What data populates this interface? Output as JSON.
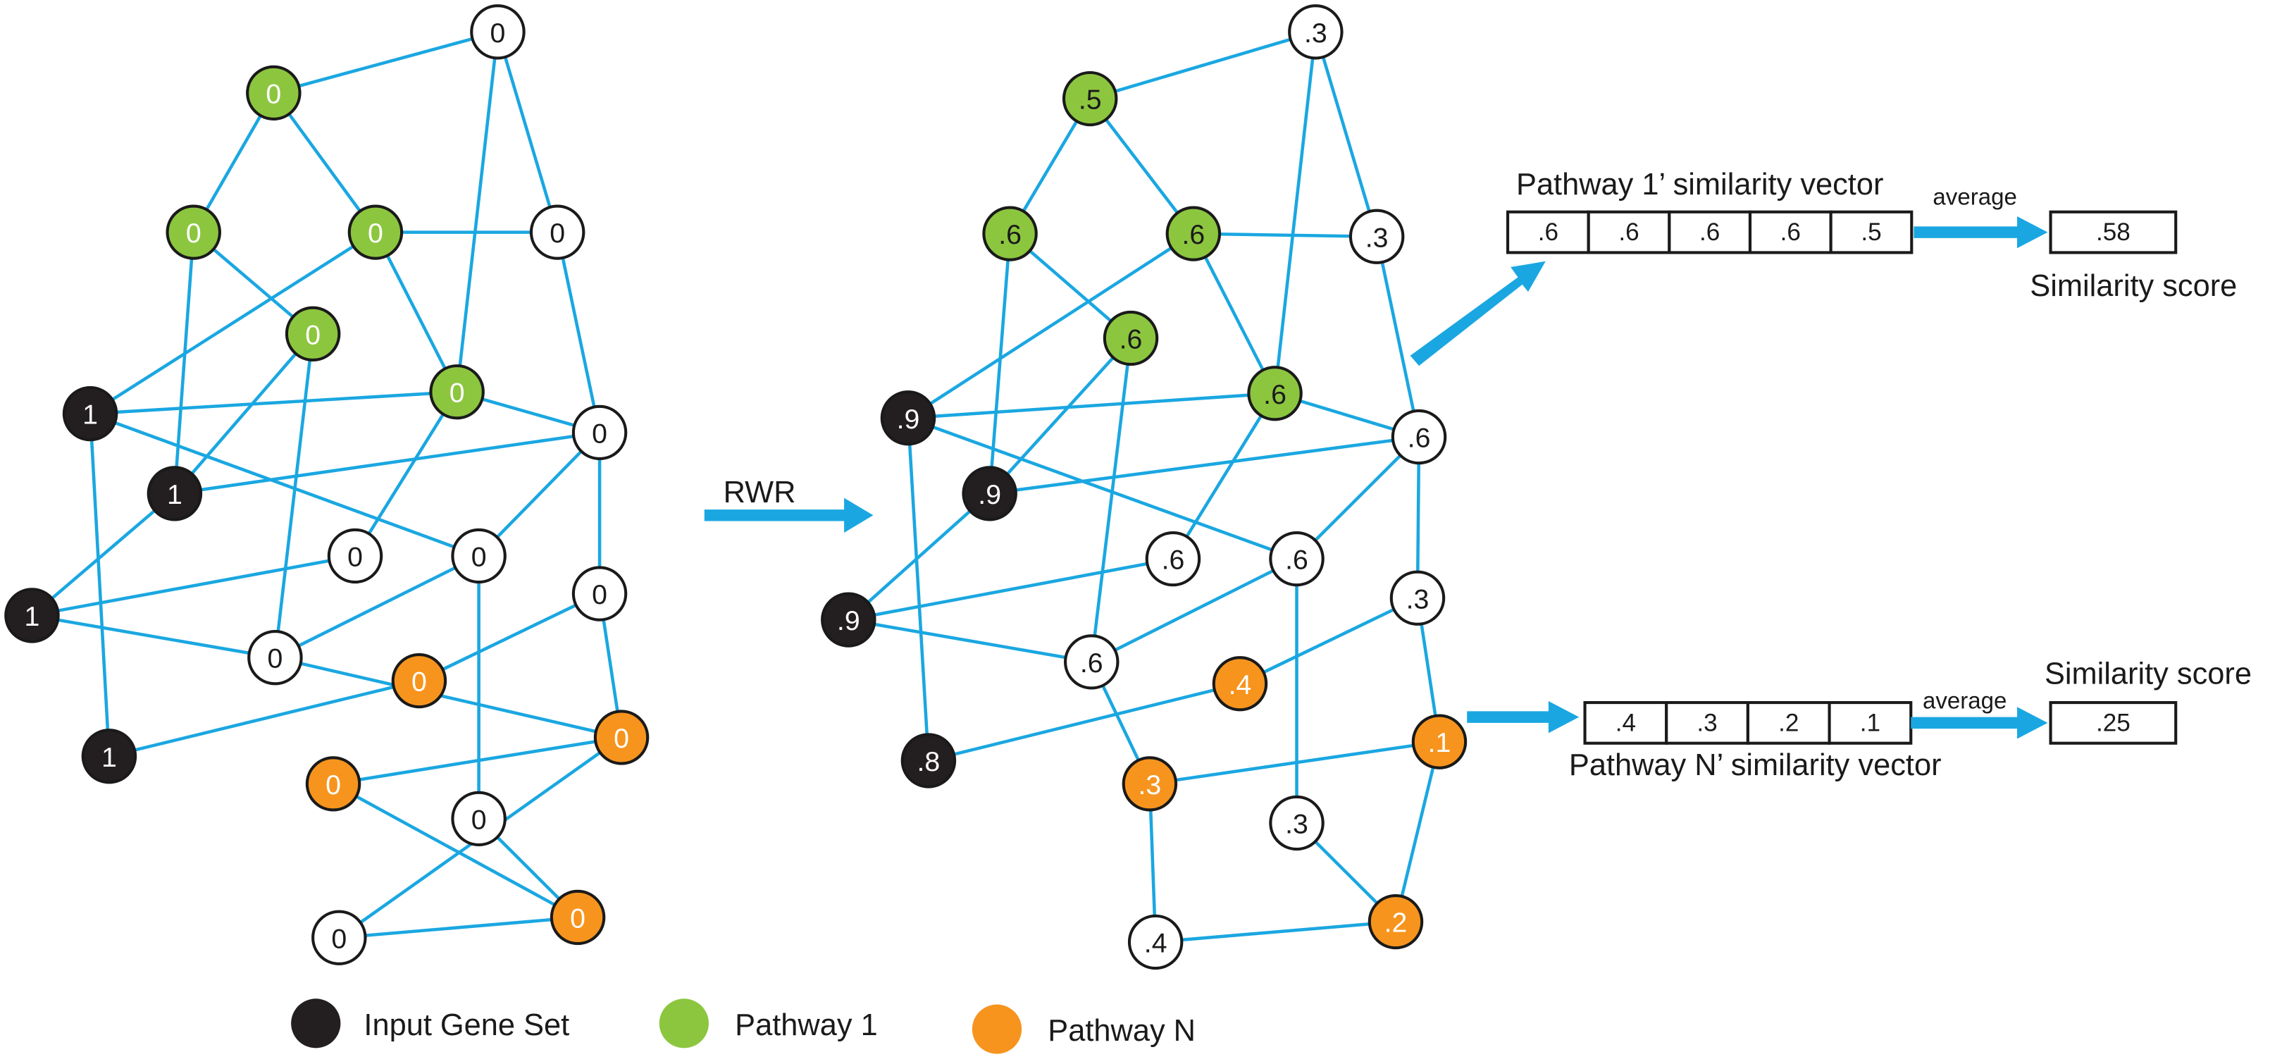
{
  "colors": {
    "edge": "#1aa7e1",
    "input": "#231f20",
    "pathway1": "#8cc63f",
    "pathwayN": "#f7941d",
    "other": "#ffffff"
  },
  "network_before": {
    "nodes": [
      {
        "id": "a1",
        "type": "other",
        "label": "0"
      },
      {
        "id": "a2",
        "type": "pathway1",
        "label": "0"
      },
      {
        "id": "a3",
        "type": "pathway1",
        "label": "0"
      },
      {
        "id": "a4",
        "type": "pathway1",
        "label": "0"
      },
      {
        "id": "a5",
        "type": "other",
        "label": "0"
      },
      {
        "id": "a6",
        "type": "pathway1",
        "label": "0"
      },
      {
        "id": "a7",
        "type": "pathway1",
        "label": "0"
      },
      {
        "id": "a8",
        "type": "input",
        "label": "1"
      },
      {
        "id": "a9",
        "type": "other",
        "label": "0"
      },
      {
        "id": "a10",
        "type": "input",
        "label": "1"
      },
      {
        "id": "a11",
        "type": "other",
        "label": "0"
      },
      {
        "id": "a12",
        "type": "other",
        "label": "0"
      },
      {
        "id": "a13",
        "type": "input",
        "label": "1"
      },
      {
        "id": "a14",
        "type": "other",
        "label": "0"
      },
      {
        "id": "a15",
        "type": "other",
        "label": "0"
      },
      {
        "id": "a16",
        "type": "pathwayN",
        "label": "0"
      },
      {
        "id": "a17",
        "type": "input",
        "label": "1"
      },
      {
        "id": "a18",
        "type": "pathwayN",
        "label": "0"
      },
      {
        "id": "a19",
        "type": "pathwayN",
        "label": "0"
      },
      {
        "id": "a20",
        "type": "other",
        "label": "0"
      },
      {
        "id": "a21",
        "type": "pathwayN",
        "label": "0"
      },
      {
        "id": "a22",
        "type": "other",
        "label": "0"
      }
    ],
    "edges": [
      [
        "a2",
        "a1"
      ],
      [
        "a2",
        "a3"
      ],
      [
        "a2",
        "a4"
      ],
      [
        "a1",
        "a7"
      ],
      [
        "a1",
        "a5"
      ],
      [
        "a4",
        "a5"
      ],
      [
        "a4",
        "a7"
      ],
      [
        "a4",
        "a8"
      ],
      [
        "a3",
        "a6"
      ],
      [
        "a3",
        "a10"
      ],
      [
        "a6",
        "a10"
      ],
      [
        "a6",
        "a14"
      ],
      [
        "a8",
        "a7"
      ],
      [
        "a8",
        "a11"
      ],
      [
        "a8",
        "a17"
      ],
      [
        "a7",
        "a9"
      ],
      [
        "a7",
        "a12"
      ],
      [
        "a5",
        "a9"
      ],
      [
        "a10",
        "a9"
      ],
      [
        "a10",
        "a13"
      ],
      [
        "a9",
        "a11"
      ],
      [
        "a9",
        "a15"
      ],
      [
        "a13",
        "a12"
      ],
      [
        "a13",
        "a14"
      ],
      [
        "a14",
        "a11"
      ],
      [
        "a14",
        "a18"
      ],
      [
        "a11",
        "a20"
      ],
      [
        "a15",
        "a18"
      ],
      [
        "a15",
        "a16"
      ],
      [
        "a16",
        "a17"
      ],
      [
        "a18",
        "a19"
      ],
      [
        "a18",
        "a22"
      ],
      [
        "a19",
        "a21"
      ],
      [
        "a20",
        "a21"
      ],
      [
        "a21",
        "a22"
      ]
    ]
  },
  "network_after": {
    "nodes": [
      {
        "id": "b1",
        "type": "other",
        "label": ".3"
      },
      {
        "id": "b2",
        "type": "pathway1",
        "label": ".5"
      },
      {
        "id": "b3",
        "type": "pathway1",
        "label": ".6"
      },
      {
        "id": "b4",
        "type": "pathway1",
        "label": ".6"
      },
      {
        "id": "b5",
        "type": "other",
        "label": ".3"
      },
      {
        "id": "b6",
        "type": "pathway1",
        "label": ".6"
      },
      {
        "id": "b7",
        "type": "pathway1",
        "label": ".6"
      },
      {
        "id": "b8",
        "type": "input",
        "label": ".9"
      },
      {
        "id": "b9",
        "type": "other",
        "label": ".6"
      },
      {
        "id": "b10",
        "type": "input",
        "label": ".9"
      },
      {
        "id": "b11",
        "type": "other",
        "label": ".6"
      },
      {
        "id": "b12",
        "type": "other",
        "label": ".6"
      },
      {
        "id": "b13",
        "type": "input",
        "label": ".9"
      },
      {
        "id": "b14",
        "type": "other",
        "label": ".6"
      },
      {
        "id": "b15",
        "type": "other",
        "label": ".3"
      },
      {
        "id": "b16",
        "type": "pathwayN",
        "label": ".4"
      },
      {
        "id": "b17",
        "type": "input",
        "label": ".8"
      },
      {
        "id": "b18",
        "type": "pathwayN",
        "label": ".3"
      },
      {
        "id": "b19",
        "type": "pathwayN",
        "label": ".1"
      },
      {
        "id": "b20",
        "type": "other",
        "label": ".3"
      },
      {
        "id": "b21",
        "type": "pathwayN",
        "label": ".2"
      },
      {
        "id": "b22",
        "type": "other",
        "label": ".4"
      }
    ],
    "edges": [
      [
        "b2",
        "b1"
      ],
      [
        "b2",
        "b3"
      ],
      [
        "b2",
        "b4"
      ],
      [
        "b1",
        "b7"
      ],
      [
        "b1",
        "b5"
      ],
      [
        "b4",
        "b5"
      ],
      [
        "b4",
        "b7"
      ],
      [
        "b4",
        "b8"
      ],
      [
        "b3",
        "b6"
      ],
      [
        "b3",
        "b10"
      ],
      [
        "b6",
        "b10"
      ],
      [
        "b6",
        "b14"
      ],
      [
        "b8",
        "b7"
      ],
      [
        "b8",
        "b11"
      ],
      [
        "b8",
        "b17"
      ],
      [
        "b7",
        "b9"
      ],
      [
        "b7",
        "b12"
      ],
      [
        "b5",
        "b9"
      ],
      [
        "b10",
        "b9"
      ],
      [
        "b10",
        "b13"
      ],
      [
        "b9",
        "b11"
      ],
      [
        "b9",
        "b15"
      ],
      [
        "b13",
        "b12"
      ],
      [
        "b13",
        "b14"
      ],
      [
        "b14",
        "b11"
      ],
      [
        "b14",
        "b18"
      ],
      [
        "b11",
        "b20"
      ],
      [
        "b15",
        "b16"
      ],
      [
        "b16",
        "b17"
      ],
      [
        "b15",
        "b19"
      ],
      [
        "b18",
        "b19"
      ],
      [
        "b18",
        "b22"
      ],
      [
        "b19",
        "b21"
      ],
      [
        "b20",
        "b21"
      ],
      [
        "b21",
        "b22"
      ]
    ]
  },
  "rwr_label": "RWR",
  "pathway1_vector": {
    "title": "Pathway 1’ similarity vector",
    "values": [
      ".6",
      ".6",
      ".6",
      ".6",
      ".5"
    ],
    "average_label": "average",
    "score": ".58",
    "score_label": "Similarity score"
  },
  "pathwayN_vector": {
    "title": "Pathway N’ similarity vector",
    "values": [
      ".4",
      ".3",
      ".2",
      ".1"
    ],
    "average_label": "average",
    "score": ".25",
    "score_label": "Similarity score"
  },
  "legend": [
    {
      "type": "input",
      "label": "Input Gene Set"
    },
    {
      "type": "pathway1",
      "label": "Pathway 1"
    },
    {
      "type": "pathwayN",
      "label": "Pathway N"
    }
  ]
}
